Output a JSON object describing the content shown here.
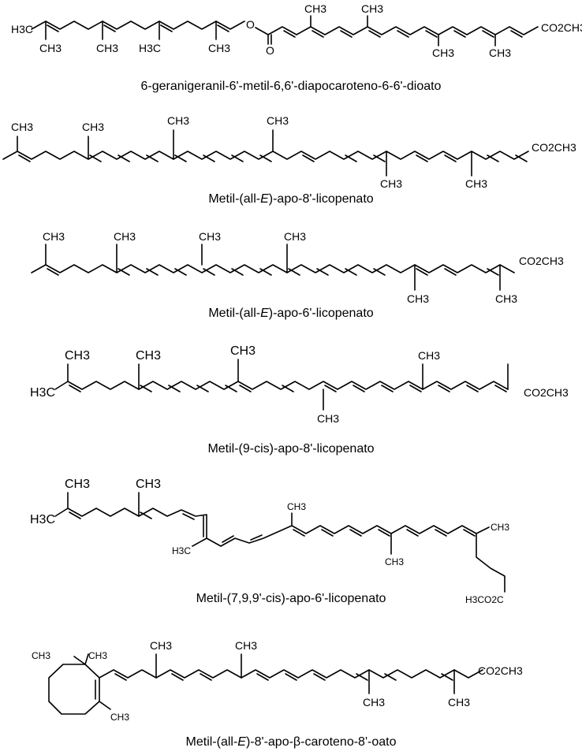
{
  "structures": [
    {
      "caption": {
        "prefix": "6-geranigeranil-6'-metil-6,6'-diapocaroteno-6-6'-dioato",
        "italic": "",
        "suffix": ""
      },
      "labels": {
        "h3c_left": "H3C",
        "ch3_b1": "CH3",
        "ch3_b2": "CH3",
        "h3c_b3": "H3C",
        "ch3_b4": "CH3",
        "o_ester": "O",
        "o_carbonyl": "O",
        "ch3_t1": "CH3",
        "ch3_t2": "CH3",
        "ch3_b5": "CH3",
        "ch3_b6": "CH3",
        "co2ch3": "CO2CH3"
      }
    },
    {
      "caption": {
        "prefix": "Metil-(all-",
        "italic": "E",
        "suffix": ")-apo-8'-licopenato"
      },
      "labels": {
        "ch3_t0": "CH3",
        "ch3_t1": "CH3",
        "ch3_t2": "CH3",
        "ch3_t3": "CH3",
        "ch3_b1": "CH3",
        "ch3_b2": "CH3",
        "co2ch3": "CO2CH3"
      }
    },
    {
      "caption": {
        "prefix": "Metil-(all-",
        "italic": "E",
        "suffix": ")-apo-6'-licopenato"
      },
      "labels": {
        "ch3_t0": "CH3",
        "ch3_t1": "CH3",
        "ch3_t2": "CH3",
        "ch3_t3": "CH3",
        "ch3_b1": "CH3",
        "ch3_b2": "CH3",
        "co2ch3": "CO2CH3"
      }
    },
    {
      "caption": {
        "prefix": "Metil-(9-cis)-apo-8'-licopenato",
        "italic": "",
        "suffix": ""
      },
      "labels": {
        "ch3_t0": "CH3",
        "h3c_left": "H3C",
        "ch3_t1": "CH3",
        "ch3_t2": "CH3",
        "ch3_t3": "CH3",
        "ch3_b1": "CH3",
        "co2ch3": "CO2CH3"
      }
    },
    {
      "caption": {
        "prefix": "Metil-(7,9,9'-cis)-apo-6'-licopenato",
        "italic": "",
        "suffix": ""
      },
      "labels": {
        "ch3_t0": "CH3",
        "h3c_left": "H3C",
        "ch3_t1": "CH3",
        "h3c_b1": "H3C",
        "ch3_t2": "CH3",
        "ch3_b2": "CH3",
        "ch3_r": "CH3",
        "h3co2c": "H3CO2C"
      }
    },
    {
      "caption": {
        "prefix": "Metil-(all-",
        "italic": "E",
        "suffix": ")-8'-apo-β-caroteno-8'-oato"
      },
      "labels": {
        "ring_ch3_a": "CH3",
        "ring_ch3_b": "CH3",
        "ring_ch3_c": "CH3",
        "ch3_t1": "CH3",
        "ch3_t2": "CH3",
        "ch3_b1": "CH3",
        "ch3_b2": "CH3",
        "co2ch3": "CO2CH3"
      }
    }
  ]
}
